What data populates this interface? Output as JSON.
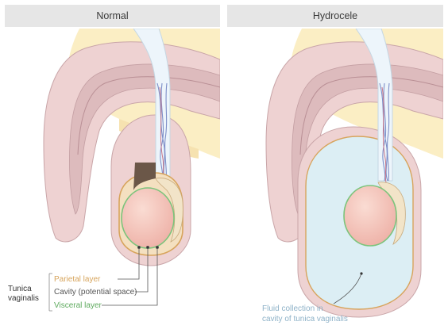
{
  "panels": {
    "normal": {
      "title": "Normal"
    },
    "hydrocele": {
      "title": "Hydrocele"
    }
  },
  "labels": {
    "tunica_line1": "Tunica",
    "tunica_line2": "vaginalis",
    "parietal": "Parietal layer",
    "cavity": "Cavity (potential space)",
    "visceral": "Visceral layer",
    "fluid_line1": "Fluid collection in",
    "fluid_line2": "cavity of tunica vaginalis"
  },
  "colors": {
    "header_bg": "#e6e6e6",
    "fat": "#fbeec4",
    "skin": "#eed2d2",
    "corpus": "#ddbbbd",
    "testis": "#f2bfb6",
    "fluid": "#dceef4",
    "parietal": "#d7a45c",
    "visceral": "#7cc47c",
    "text_gray": "#555555",
    "text_blue": "#8eb2c8"
  }
}
